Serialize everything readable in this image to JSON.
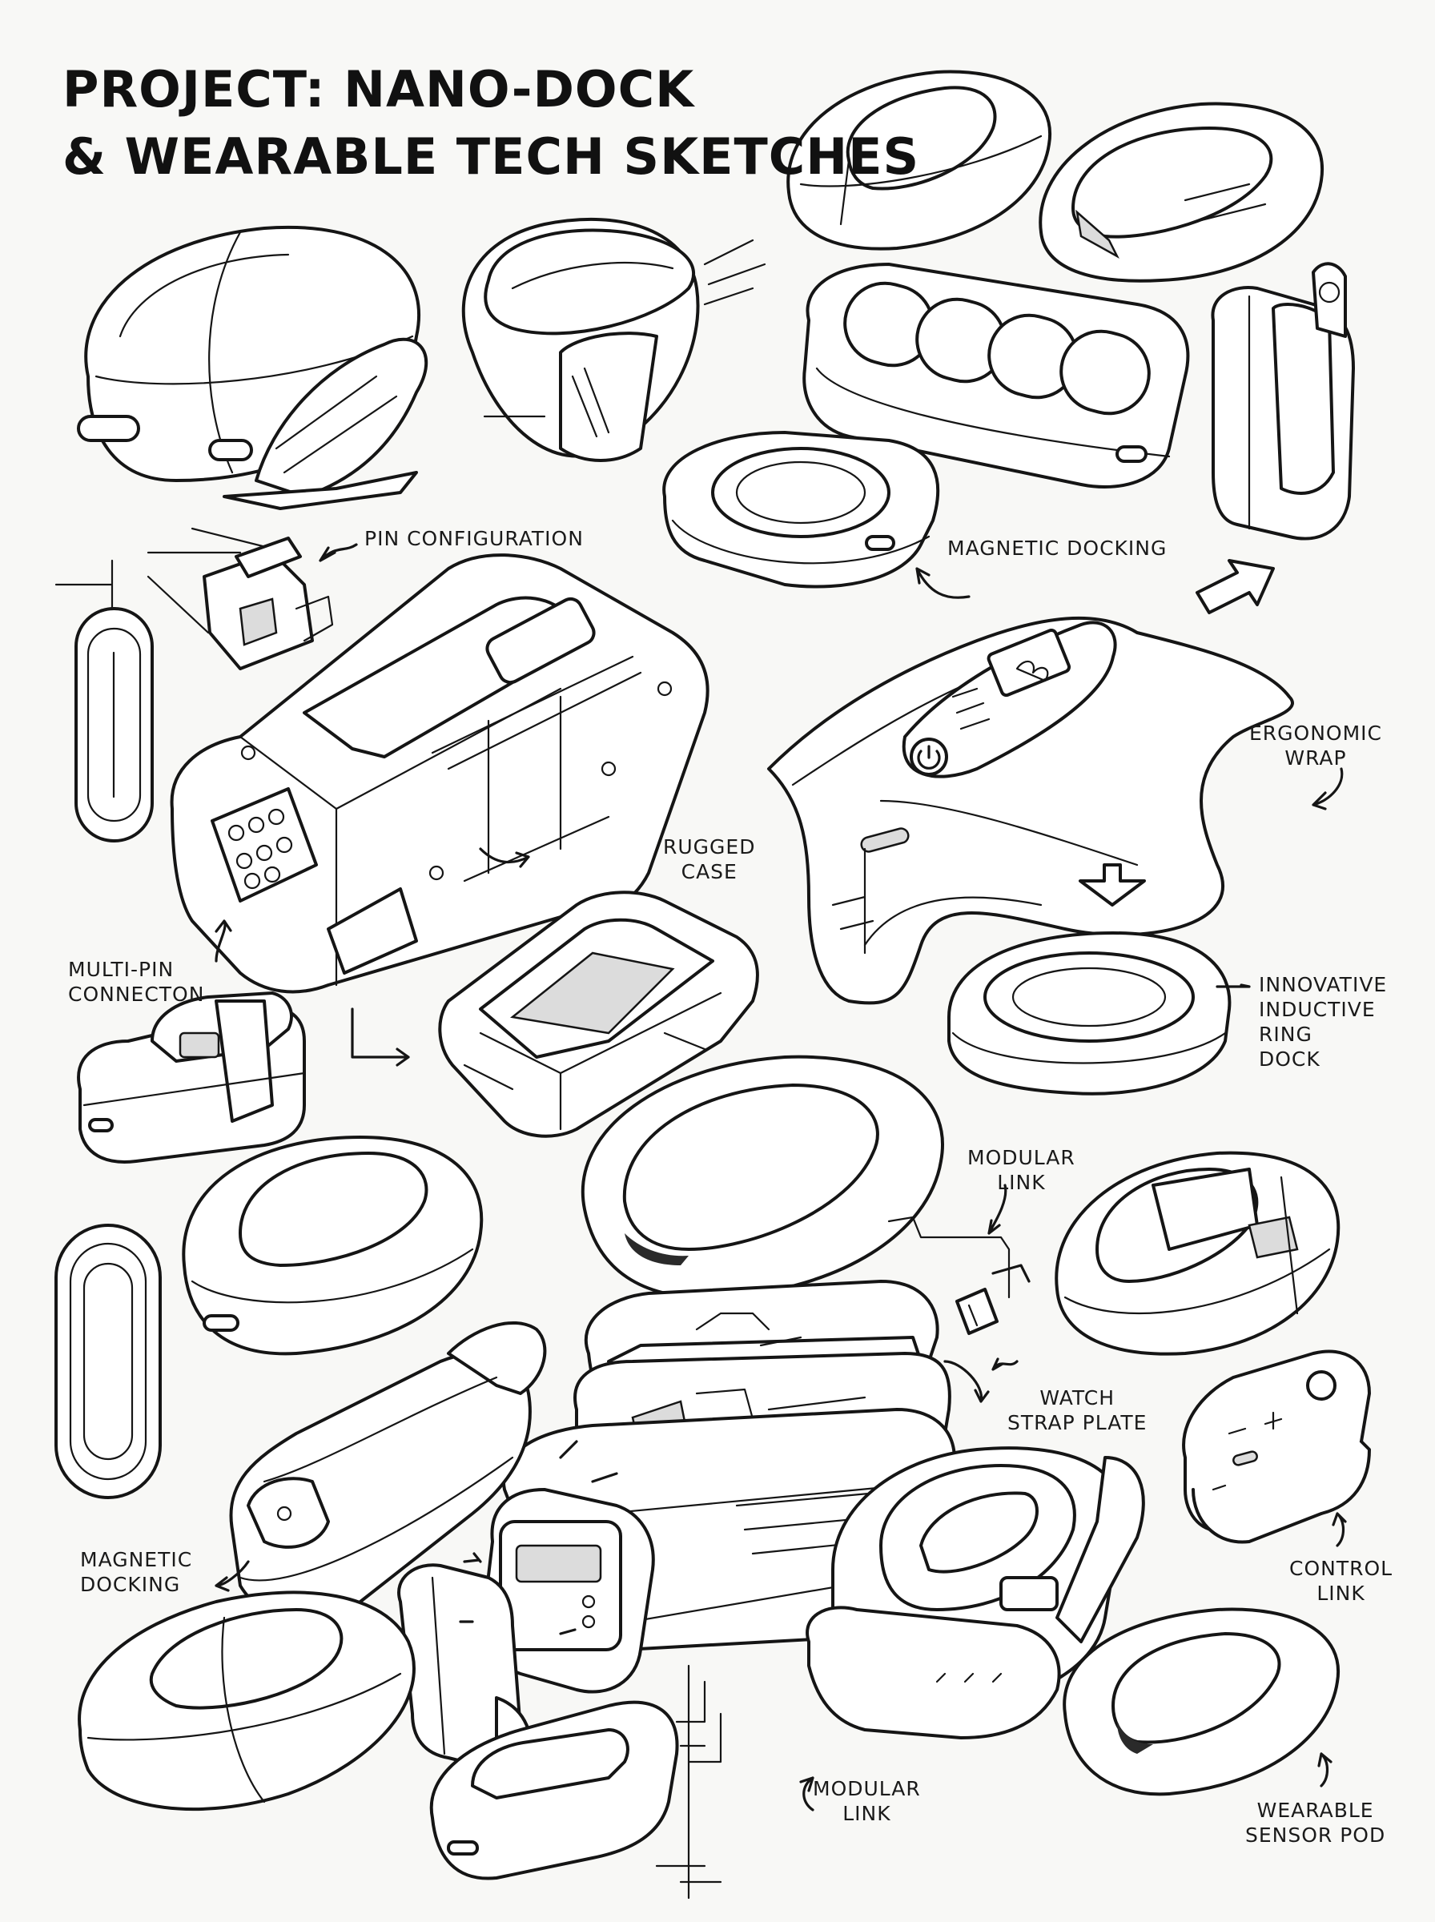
{
  "title": {
    "line1": "PROJECT: NANO-DOCK",
    "line2": "& WEARABLE TECH SKETCHES"
  },
  "labels": {
    "pin_configuration": "PIN CONFIGURATION",
    "magnetic_docking_top": "MAGNETIC DOCKING",
    "ergonomic_wrap": [
      "ERGONOMIC",
      "WRAP"
    ],
    "rugged_case": [
      "RUGGED",
      "CASE"
    ],
    "multi_pin_connecton": [
      "MULTI-PIN",
      "CONNECTON"
    ],
    "innovative_inductive_ring_dock": [
      "INNOVATIVE",
      "INDUCTIVE",
      "RING",
      "DOCK"
    ],
    "modular_link_top": [
      "MODULAR",
      "LINK"
    ],
    "watch_strap_plate": [
      "WATCH",
      "STRAP PLATE"
    ],
    "magnetic_docking_bottom": [
      "MAGNETIC",
      "DOCKING"
    ],
    "control_link": [
      "CONTROL",
      "LINK"
    ],
    "modular_link_bottom": [
      "MODULAR",
      "LINK"
    ],
    "wearable_sensor_pod": [
      "WEARABLE",
      "SENSOR POD"
    ]
  },
  "icons": [
    "power-icon",
    "heart-icon",
    "plus-icon",
    "minus-icon",
    "arrow-icon"
  ]
}
